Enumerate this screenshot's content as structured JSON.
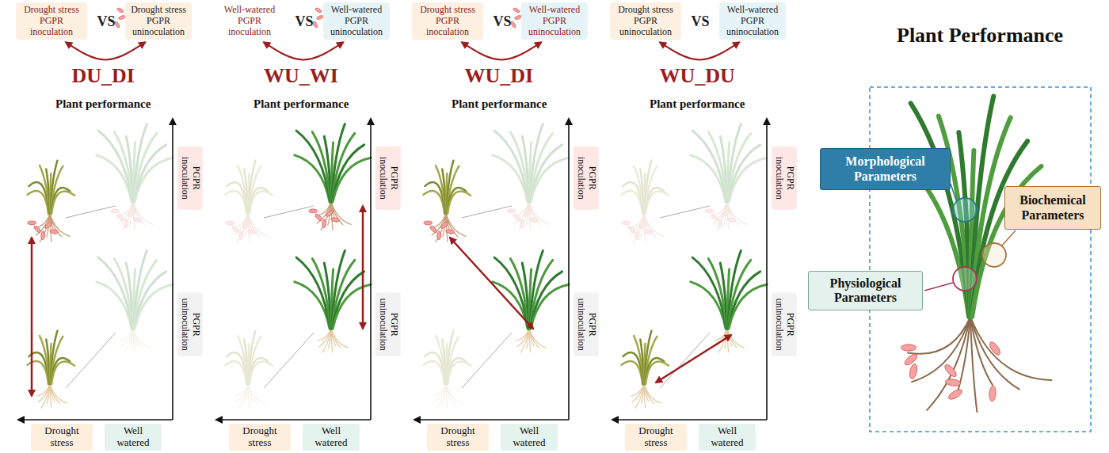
{
  "diagram": {
    "nodes": [
      {
        "text": [
          "Drought stress PGPR inoculation"
        ]
      },
      {
        "text": [
          "Drought stress PGPR uninoculation"
        ]
      },
      {
        "text": [
          "Well-watered PGPR inoculation"
        ]
      },
      {
        "text": [
          "Well-watered PGPR uninoculation"
        ]
      },
      {
        "text": [
          "Drought stress PGPR inoculation"
        ]
      },
      {
        "text": [
          "Well-watered PGPR uninoculation"
        ]
      },
      {
        "text": [
          "Drought stress PGPR uninoculation"
        ]
      },
      {
        "text": [
          "Well-watered PGPR uninoculation"
        ]
      },
      {
        "text": [
          "Morphological Parameters"
        ]
      },
      {
        "text": [
          "Biochemical Parameters"
        ]
      },
      {
        "text": [
          "Physiological Parameters"
        ]
      }
    ],
    "edges": [
      {
        "from": 1,
        "to": 0,
        "arrow": "both"
      },
      {
        "from": 3,
        "to": 2,
        "arrow": "both"
      },
      {
        "from": 5,
        "to": 4,
        "arrow": "both"
      },
      {
        "from": 7,
        "to": 6,
        "arrow": "both"
      }
    ],
    "labels": [
      "VS",
      "DU_DI",
      "Plant performance",
      "PGPR inoculation",
      "PGPR uninoculation",
      "Well watered",
      "Drought stress",
      "VS",
      "WU_WI",
      "Plant performance",
      "PGPR inoculation",
      "PGPR uninoculation",
      "Well watered",
      "Drought stress",
      "VS",
      "WU_DI",
      "Plant performance",
      "PGPR inoculation",
      "PGPR uninoculation",
      "Well watered",
      "Drought stress",
      "VS",
      "WU_DU",
      "Plant performance",
      "PGPR inoculation",
      "PGPR uninoculation",
      "Well watered",
      "Drought stress",
      "Plant Performance"
    ]
  }
}
